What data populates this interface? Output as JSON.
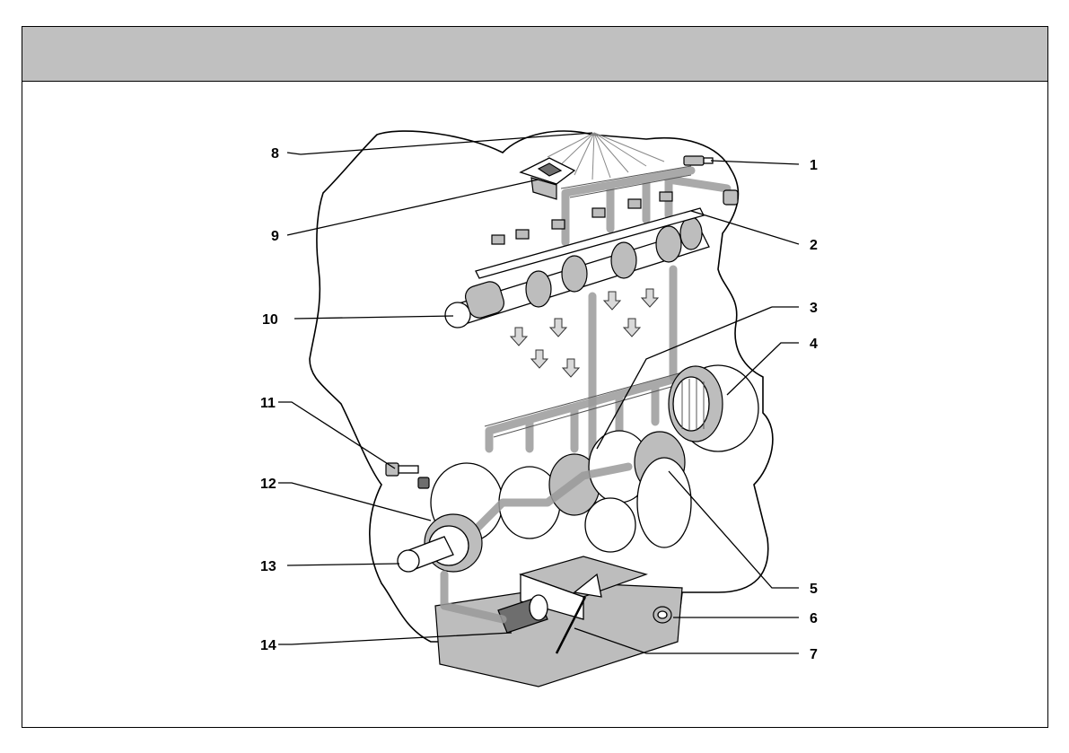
{
  "header": {
    "title": ""
  },
  "diagram": {
    "callouts": [
      {
        "id": 1,
        "label": "1"
      },
      {
        "id": 2,
        "label": "2"
      },
      {
        "id": 3,
        "label": "3"
      },
      {
        "id": 4,
        "label": "4"
      },
      {
        "id": 5,
        "label": "5"
      },
      {
        "id": 6,
        "label": "6"
      },
      {
        "id": 7,
        "label": "7"
      },
      {
        "id": 8,
        "label": "8"
      },
      {
        "id": 9,
        "label": "9"
      },
      {
        "id": 10,
        "label": "10"
      },
      {
        "id": 11,
        "label": "11"
      },
      {
        "id": 12,
        "label": "12"
      },
      {
        "id": 13,
        "label": "13"
      },
      {
        "id": 14,
        "label": "14"
      }
    ],
    "colors": {
      "header_band": "#c0c0c0",
      "oil_path": "#9a9a9a",
      "sump": "#bdbdbd"
    }
  }
}
